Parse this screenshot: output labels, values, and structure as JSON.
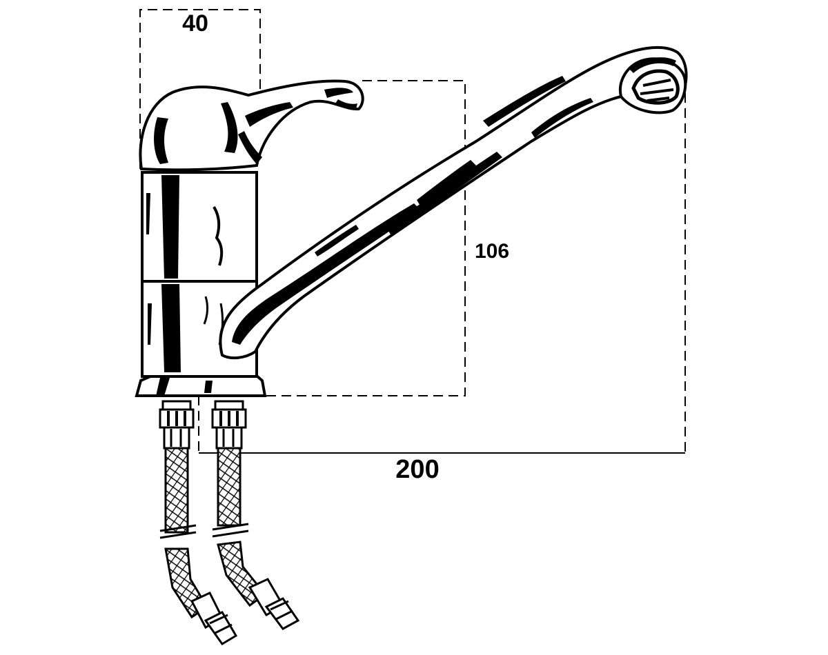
{
  "dimensions": {
    "handle_width": "40",
    "spout_height": "106",
    "spout_reach": "200"
  },
  "colors": {
    "ink": "#000000",
    "paper": "#ffffff"
  }
}
